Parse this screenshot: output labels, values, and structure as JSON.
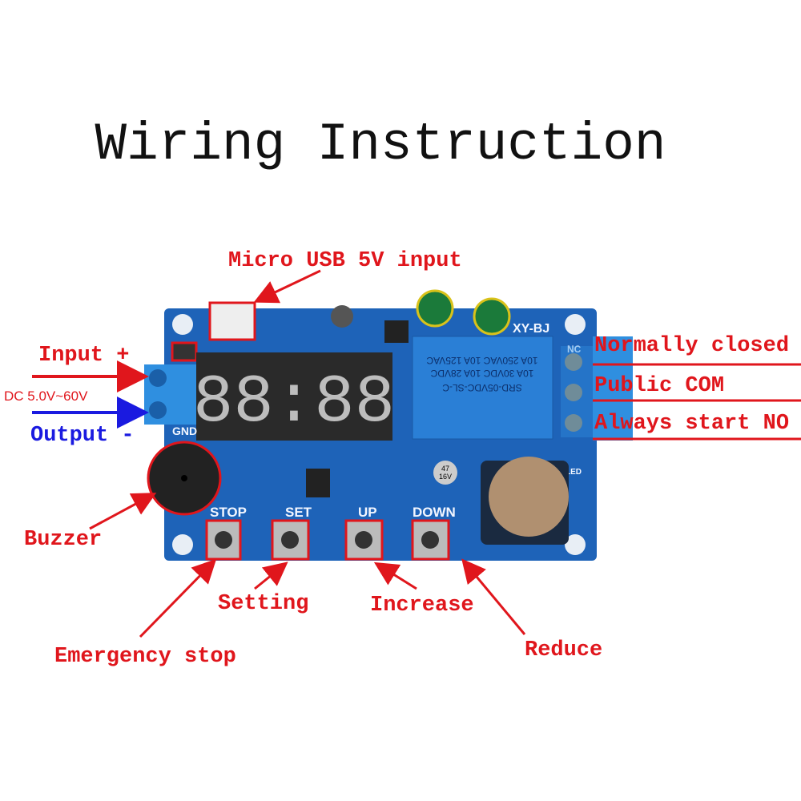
{
  "title": "Wiring Instruction",
  "labels": {
    "usb": "Micro USB 5V input",
    "input_plus": "Input +",
    "dc_range": "DC 5.0V~60V",
    "output_minus": "Output -",
    "normally_closed": "Normally closed",
    "public_com": "Public COM",
    "always_start_no": "Always start NO",
    "buzzer": "Buzzer",
    "setting": "Setting",
    "increase": "Increase",
    "emergency_stop": "Emergency stop",
    "reduce": "Reduce"
  },
  "board": {
    "model": "XY-BJ",
    "gnd": "GND",
    "nc": "NC",
    "led": "LED",
    "buttons": [
      "STOP",
      "SET",
      "UP",
      "DOWN"
    ],
    "relay_lines": [
      "SRD-05VDC-SL-C",
      "10A 30VDC  10A 28VDC",
      "10A 250VAC  10A 125VAC"
    ],
    "capacitor": [
      "47",
      "16V"
    ],
    "display": "88:88"
  },
  "colors": {
    "annotation_red": "#e0161c",
    "output_blue": "#1a1ae0",
    "pcb_blue": "#1e63b8",
    "relay_blue": "#2a7fd6"
  }
}
